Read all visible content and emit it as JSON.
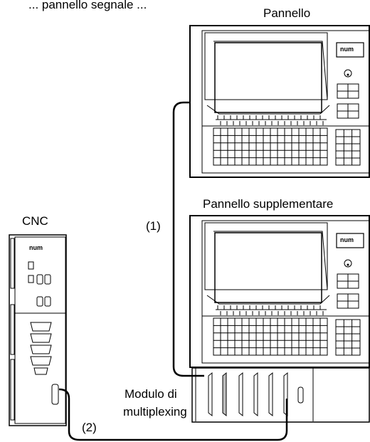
{
  "top_text": "... pannello segnale ...",
  "labels": {
    "panel_main": "Pannello",
    "panel_extra": "Pannello supplementare",
    "cnc": "CNC",
    "cable_1": "(1)",
    "cable_2": "(2)",
    "mux_line1": "Modulo di",
    "mux_line2": "multiplexing"
  },
  "logo_text": "num"
}
